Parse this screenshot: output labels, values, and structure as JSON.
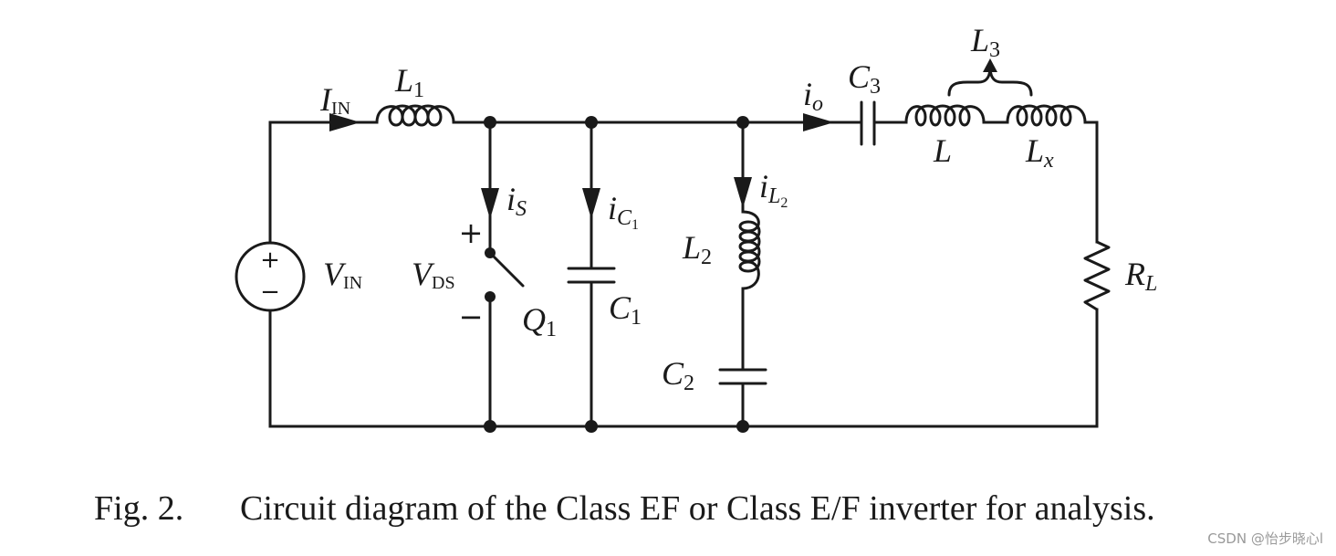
{
  "figure": {
    "caption_number": "Fig. 2.",
    "caption_text": "Circuit diagram of the Class EF or Class E/F inverter for analysis."
  },
  "labels": {
    "iin": {
      "main": "I",
      "sub": "IN"
    },
    "l1": {
      "main": "L",
      "sub": "1"
    },
    "io": {
      "main": "i",
      "sub": "o"
    },
    "c3": {
      "main": "C",
      "sub": "3"
    },
    "l3": {
      "main": "L",
      "sub": "3"
    },
    "l": {
      "main": "L"
    },
    "lx": {
      "main": "L",
      "sub": "x"
    },
    "is": {
      "main": "i",
      "sub": "S"
    },
    "ic1": {
      "main": "i",
      "sub": "C",
      "subsub": "1"
    },
    "il2": {
      "main": "i",
      "sub": "L",
      "subsub": "2"
    },
    "l2": {
      "main": "L",
      "sub": "2"
    },
    "c1": {
      "main": "C",
      "sub": "1"
    },
    "c2": {
      "main": "C",
      "sub": "2"
    },
    "q1": {
      "main": "Q",
      "sub": "1"
    },
    "vin": {
      "main": "V",
      "sub": "IN"
    },
    "vds": {
      "main": "V",
      "sub": "DS"
    },
    "rl": {
      "main": "R",
      "sub": "L"
    },
    "plus": "+",
    "minus": "−"
  },
  "watermark": "CSDN @怡步晓心l"
}
